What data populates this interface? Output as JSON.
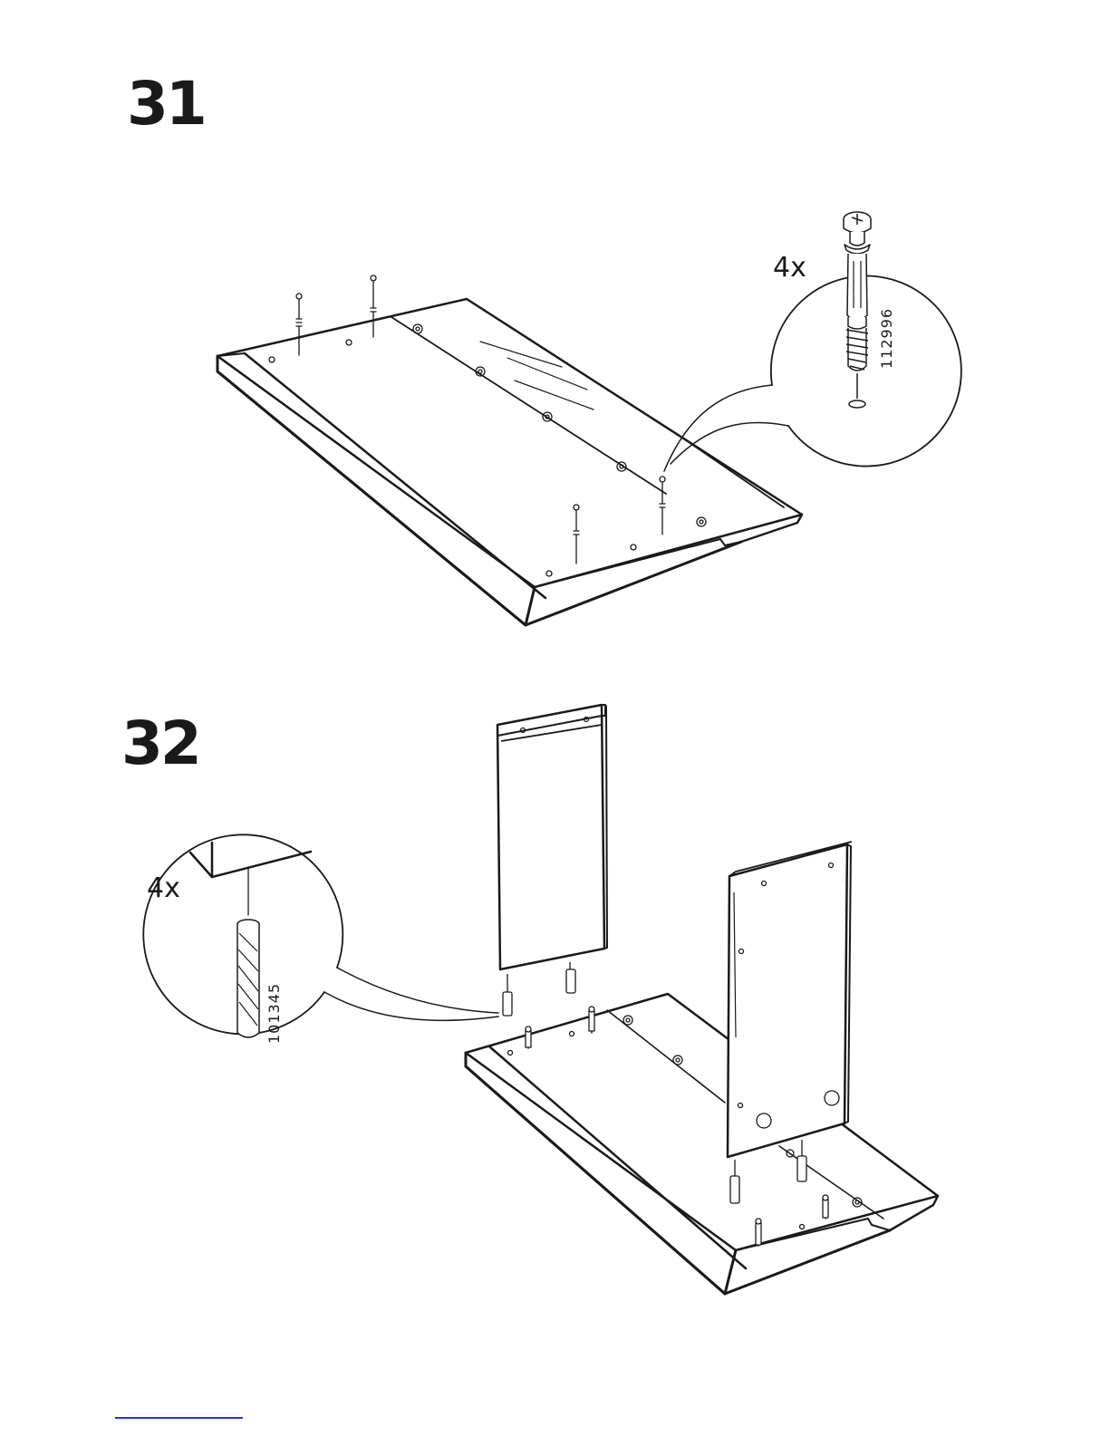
{
  "steps": [
    {
      "number": "31",
      "quantity": "4x",
      "part_number": "112996"
    },
    {
      "number": "32",
      "quantity": "4x",
      "part_number": "101345"
    }
  ],
  "colors": {
    "ink": "#1a1a1a",
    "paper": "#ffffff",
    "link": "#2a33d6"
  }
}
